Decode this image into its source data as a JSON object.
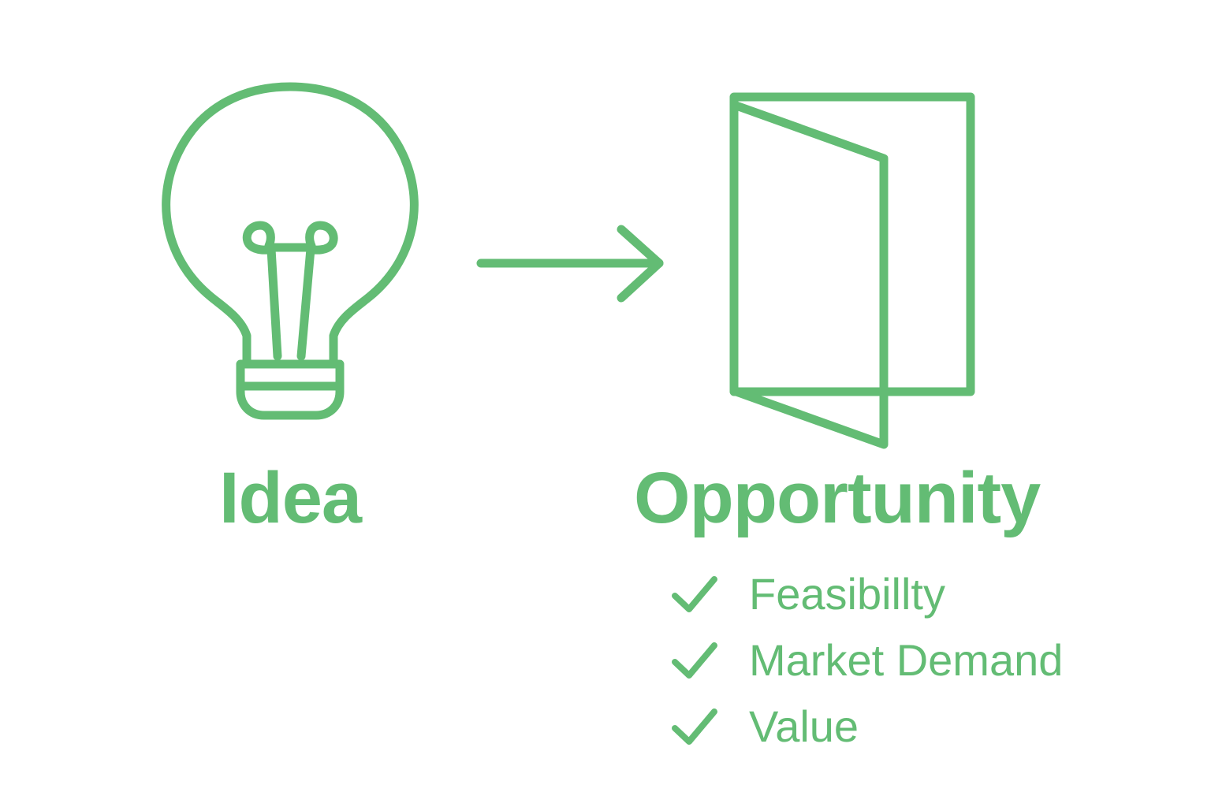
{
  "theme": {
    "accent": "#63bc74",
    "background": "#ffffff"
  },
  "left_concept": {
    "icon": "lightbulb-icon",
    "label": "Idea"
  },
  "connector": {
    "icon": "right-arrow-icon"
  },
  "right_concept": {
    "icon": "open-door-icon",
    "label": "Opportunity",
    "criteria": [
      {
        "icon": "checkmark-icon",
        "label": "Feasibillty"
      },
      {
        "icon": "checkmark-icon",
        "label": "Market Demand"
      },
      {
        "icon": "checkmark-icon",
        "label": "Value"
      }
    ]
  }
}
